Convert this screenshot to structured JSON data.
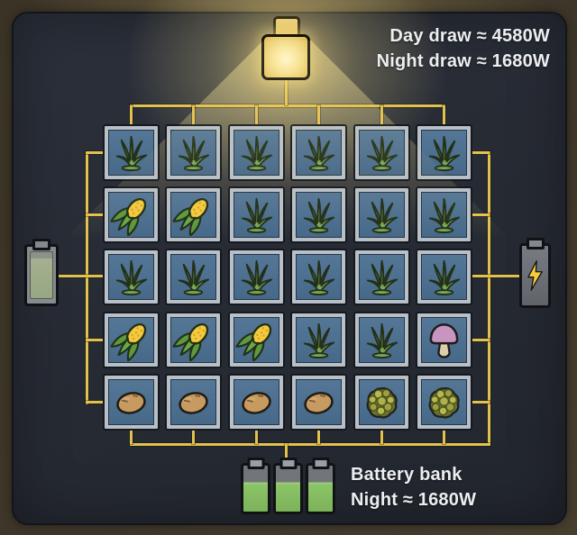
{
  "stats": {
    "day_draw": "Day draw ≈ 4580W",
    "night_draw": "Night draw ≈ 1680W"
  },
  "battery_bank": {
    "label": "Battery bank",
    "night": "Night ≈ 1680W",
    "battery_count": 3
  },
  "grid": {
    "rows": [
      [
        "grass",
        "grass",
        "grass",
        "grass",
        "grass",
        "grass"
      ],
      [
        "corn",
        "corn",
        "grass",
        "grass",
        "grass",
        "grass"
      ],
      [
        "grass",
        "grass",
        "grass",
        "grass",
        "grass",
        "grass"
      ],
      [
        "corn",
        "corn",
        "corn",
        "grass",
        "grass",
        "mushroom"
      ],
      [
        "potato",
        "potato",
        "potato",
        "potato",
        "hops",
        "hops"
      ]
    ]
  },
  "icons": {
    "lamp": "sun-lamp-icon",
    "left_battery": "battery-icon",
    "right_battery": "powered-battery-icon",
    "bank_battery": "charged-battery-icon",
    "bolt": "lightning-bolt-icon"
  },
  "colors": {
    "wire": "#e3c14f",
    "panel": "#272b34",
    "frame_bg": "#3e3628",
    "tile_frame": "#b7c0c8",
    "tile_fill": "#4d7190",
    "battery_green": "#8cc468",
    "bolt_yellow": "#f5cb3a",
    "glow": "#f8e6a8",
    "text": "#eceef0"
  }
}
